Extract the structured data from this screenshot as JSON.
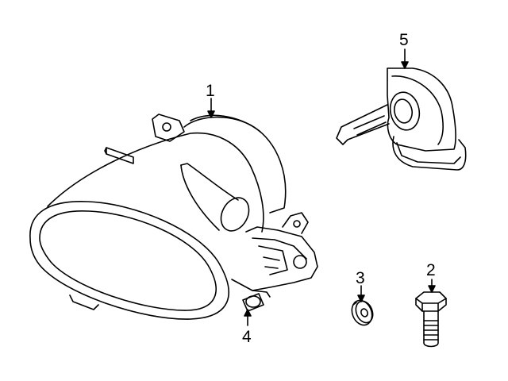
{
  "diagram": {
    "callouts": [
      {
        "id": "fog-lamp-assembly",
        "label": "1"
      },
      {
        "id": "mounting-bolt",
        "label": "2"
      },
      {
        "id": "nut",
        "label": "3"
      },
      {
        "id": "adjuster",
        "label": "4"
      },
      {
        "id": "bulb",
        "label": "5"
      }
    ],
    "colors": {
      "line": "#000000",
      "background": "#ffffff"
    }
  }
}
